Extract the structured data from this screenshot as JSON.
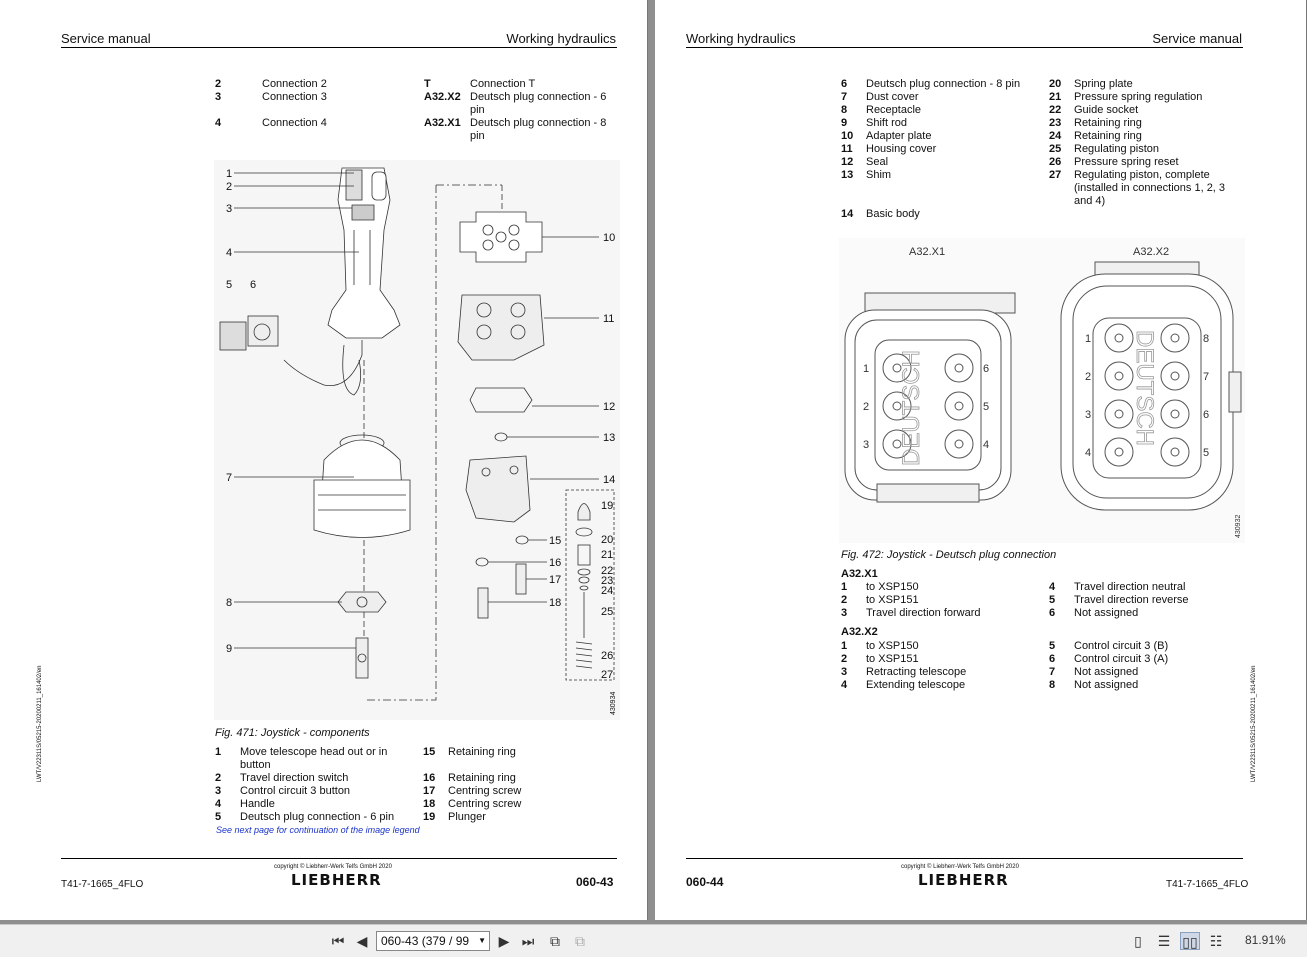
{
  "left": {
    "header_left": "Service manual",
    "header_right": "Working hydraulics",
    "top_table": [
      {
        "n": "2",
        "t": "Connection 2",
        "n2": "T",
        "t2": "Connection T"
      },
      {
        "n": "3",
        "t": "Connection 3",
        "n2": "A32.X2",
        "t2": "Deutsch plug connection - 6",
        "t2b": "pin"
      },
      {
        "n": "4",
        "t": "Connection 4",
        "n2": "A32.X1",
        "t2": "Deutsch plug connection - 8",
        "t2b": "pin"
      }
    ],
    "figure_id": "430934",
    "callouts": [
      "1",
      "2",
      "3",
      "4",
      "5",
      "6",
      "7",
      "8",
      "9",
      "10",
      "11",
      "12",
      "13",
      "14",
      "15",
      "16",
      "17",
      "18",
      "19",
      "20",
      "21",
      "22",
      "23",
      "24",
      "25",
      "26",
      "27"
    ],
    "caption": "Fig. 471: Joystick - components",
    "legend": [
      {
        "n": "1",
        "t": "Move telescope head out or in",
        "tb": "button",
        "n2": "15",
        "t2": "Retaining ring"
      },
      {
        "n": "2",
        "t": "Travel direction switch",
        "n2": "16",
        "t2": "Retaining ring"
      },
      {
        "n": "3",
        "t": "Control circuit 3 button",
        "n2": "17",
        "t2": "Centring screw"
      },
      {
        "n": "4",
        "t": "Handle",
        "n2": "18",
        "t2": "Centring screw"
      },
      {
        "n": "5",
        "t": "Deutsch plug connection - 6 pin",
        "n2": "19",
        "t2": "Plunger"
      }
    ],
    "link": "See next page for continuation of the image legend",
    "copyright": "copyright © Liebherr-Werk Telfs GmbH 2020",
    "logo": "LIEBHERR",
    "doc_code": "T41-7-1665_4FLO",
    "page_no": "060-43",
    "side_text": "LWT/V22311S/05215-20200211_161402/en"
  },
  "right": {
    "header_left": "Working hydraulics",
    "header_right": "Service manual",
    "parts": [
      {
        "n": "6",
        "t": "Deutsch plug connection - 8 pin",
        "n2": "20",
        "t2": "Spring plate"
      },
      {
        "n": "7",
        "t": "Dust cover",
        "n2": "21",
        "t2": "Pressure spring regulation"
      },
      {
        "n": "8",
        "t": "Receptacle",
        "n2": "22",
        "t2": "Guide socket"
      },
      {
        "n": "9",
        "t": "Shift rod",
        "n2": "23",
        "t2": "Retaining ring"
      },
      {
        "n": "10",
        "t": "Adapter plate",
        "n2": "24",
        "t2": "Retaining ring"
      },
      {
        "n": "11",
        "t": "Housing cover",
        "n2": "25",
        "t2": "Regulating piston"
      },
      {
        "n": "12",
        "t": "Seal",
        "n2": "26",
        "t2": "Pressure spring reset"
      },
      {
        "n": "13",
        "t": "Shim",
        "n2": "27",
        "t2": "Regulating piston, complete",
        "t2b": "(installed in connections 1, 2, 3",
        "t2c": "and 4)"
      },
      {
        "n": "14",
        "t": "Basic body"
      }
    ],
    "connector1_title": "A32.X1",
    "connector2_title": "A32.X2",
    "connector_brand": "DEUTSCH",
    "c1_pins_left": [
      "1",
      "2",
      "3"
    ],
    "c1_pins_right": [
      "6",
      "5",
      "4"
    ],
    "c2_pins_left": [
      "1",
      "2",
      "3",
      "4"
    ],
    "c2_pins_right": [
      "8",
      "7",
      "6",
      "5"
    ],
    "figure_id": "430932",
    "caption": "Fig. 472: Joystick - Deutsch plug connection",
    "x1_title": "A32.X1",
    "x1": [
      {
        "n": "1",
        "t": "to XSP150",
        "n2": "4",
        "t2": "Travel direction neutral"
      },
      {
        "n": "2",
        "t": "to XSP151",
        "n2": "5",
        "t2": "Travel direction reverse"
      },
      {
        "n": "3",
        "t": "Travel direction forward",
        "n2": "6",
        "t2": "Not assigned"
      }
    ],
    "x2_title": "A32.X2",
    "x2": [
      {
        "n": "1",
        "t": "to XSP150",
        "n2": "5",
        "t2": "Control circuit 3 (B)"
      },
      {
        "n": "2",
        "t": "to XSP151",
        "n2": "6",
        "t2": "Control circuit 3 (A)"
      },
      {
        "n": "3",
        "t": "Retracting telescope",
        "n2": "7",
        "t2": "Not assigned"
      },
      {
        "n": "4",
        "t": "Extending telescope",
        "n2": "8",
        "t2": "Not assigned"
      }
    ],
    "copyright": "copyright © Liebherr-Werk Telfs GmbH 2020",
    "logo": "LIEBHERR",
    "doc_code": "T41-7-1665_4FLO",
    "page_no": "060-44",
    "side_text": "LWT/V22311S/05215-20200211_161402/en"
  },
  "toolbar": {
    "page_field": "060-43 (379 / 99",
    "zoom": "81.91%"
  }
}
